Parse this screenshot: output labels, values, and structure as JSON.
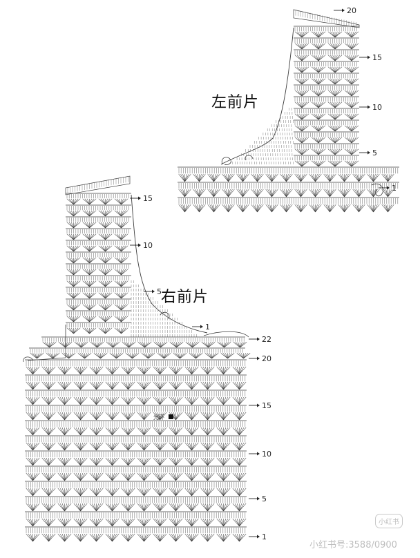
{
  "left_piece": {
    "title": "左前片",
    "row_labels": [
      "20",
      "15",
      "10",
      "5",
      "1"
    ]
  },
  "right_piece": {
    "title": "右前片",
    "row_labels": [
      "15",
      "10",
      "5",
      "1",
      "22",
      "20",
      "15",
      "10",
      "5",
      "1"
    ]
  },
  "stitch_colors": {
    "ink": "#3a3a3a",
    "light": "#7a7a7a"
  },
  "center_mark": "光环",
  "watermark": {
    "logo": "小红书",
    "text": "小红书号:3588/0900"
  }
}
